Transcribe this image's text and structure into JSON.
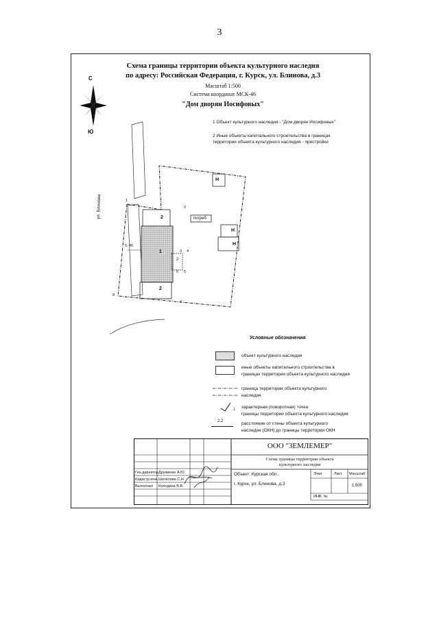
{
  "page_number": "3",
  "header": {
    "title_line1": "Схема границы территории объекта культурного наследия",
    "title_line2": "по адресу: Российская Федерация, г. Курск, ул. Блинова, д.3",
    "scale": "Масштаб 1:500",
    "coord_system": "Система координат МСК-46",
    "object_name": "\"Дом дворян Иосифовых\""
  },
  "compass": {
    "north": "С",
    "south": "Ю"
  },
  "notes": {
    "item1": "1 Объект культурного наследия - \"Дом дворян Иосифовых\"",
    "item2_line1": "2 Иные объекты капитального строительства в границах",
    "item2_line2": "территории объекта культурного наследия - пристройки"
  },
  "map": {
    "street_label": "ул. Блинова",
    "cellar_label": "погреб",
    "building_h": "Н",
    "building_2": "2",
    "building_1": "1",
    "measure": "6, 45",
    "points": [
      "1",
      "2",
      "3",
      "4",
      "5",
      "6",
      "7",
      "8"
    ]
  },
  "legend": {
    "title": "Условные обозначения",
    "okn": "объект культурного наследия",
    "other_line1": "иные объекты капитального строительства в",
    "other_line2": "границах территории объекта культурного наследия",
    "boundary_line1": "граница территории объекта культурного",
    "boundary_line2": "наследия",
    "point_line1": "характерная (поворотная) точка",
    "point_line2": "границы территории объекта культурного наследия",
    "distance_line1": "расстояние от стены объекта культурного",
    "distance_line2": "наследия (ОКН) до границы территории ОКН",
    "distance_sample": "2,2",
    "point_sample": "1"
  },
  "stamp": {
    "company": "ООО \"ЗЕМЛЕМЕР\"",
    "doc_title_line1": "Схема границы территории объекта",
    "doc_title_line2": "культурного наследия",
    "role1": "Ген.директор",
    "name1": "Дружинин А.Ю.",
    "role2": "Кадастр.инж.",
    "name2": "Шаталова С.Н.",
    "role3": "Выполнил",
    "name3": "Колодина В.В.",
    "object_label": "Объект: Курская обл.,",
    "object_addr": "г. Курск, ул. Блинова, д.3",
    "col_stage": "Этап",
    "col_sheet": "Лист",
    "col_scale": "Масштаб",
    "scale_value": "1:500",
    "inv": "ИНВ. №"
  }
}
